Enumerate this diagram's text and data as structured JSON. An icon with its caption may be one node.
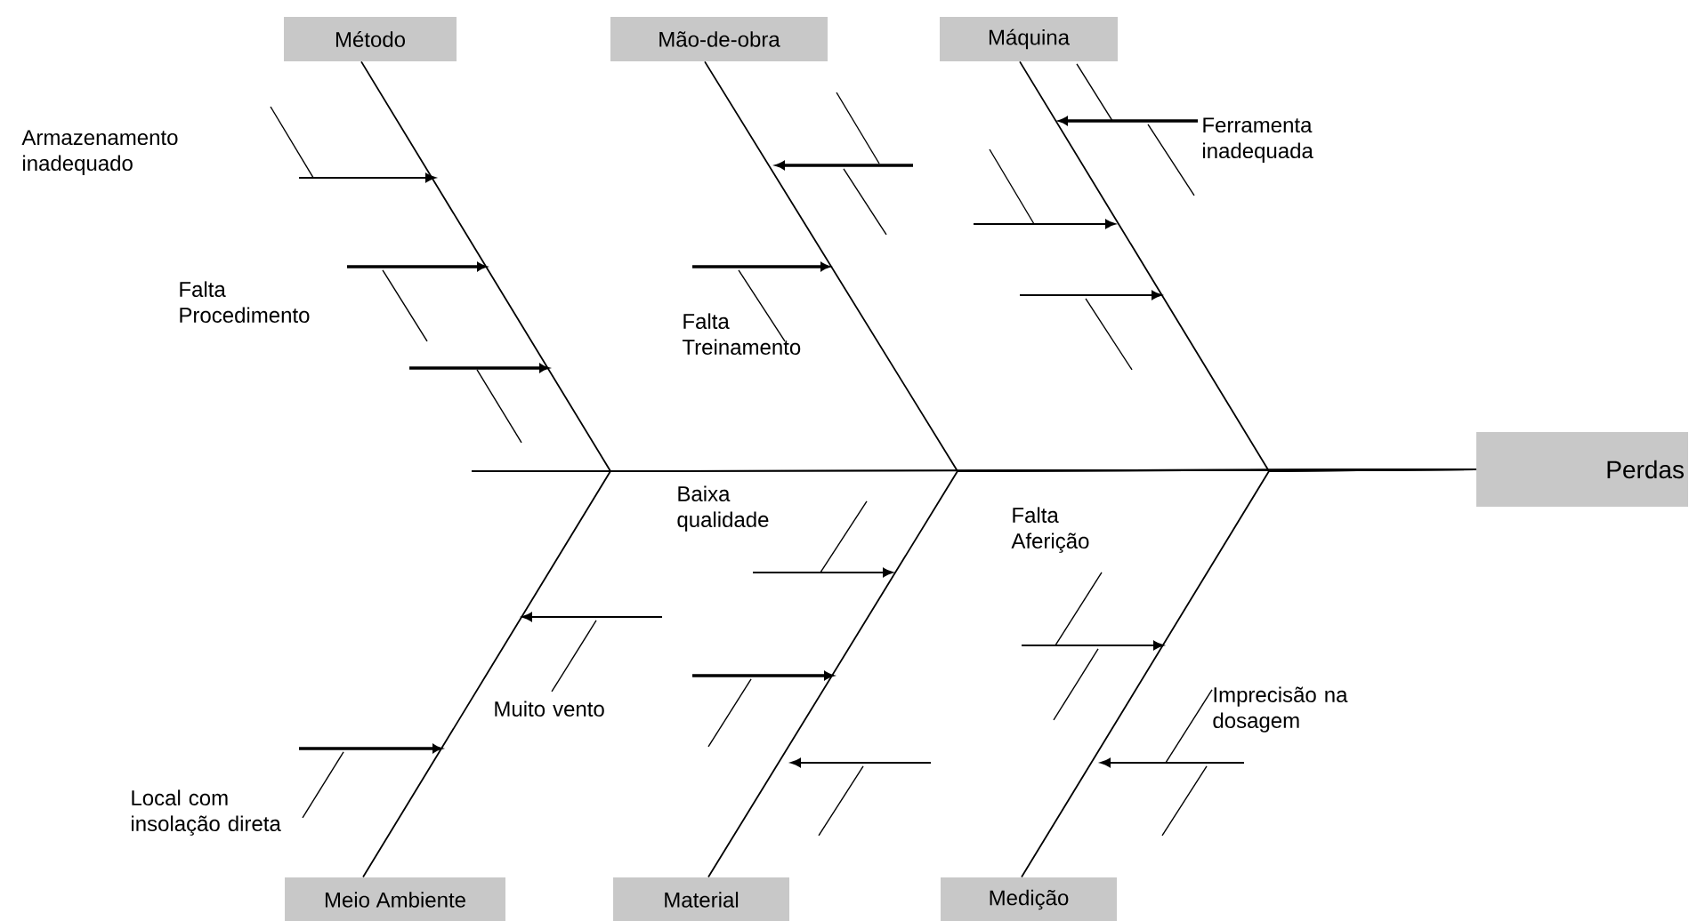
{
  "diagram": {
    "nodes": [
      {
        "text": [
          "Método"
        ]
      },
      {
        "text": [
          "Mão-de-obra"
        ]
      },
      {
        "text": [
          "Máquina"
        ]
      },
      {
        "text": [
          "Perdas"
        ]
      },
      {
        "text": [
          "Meio Ambiente"
        ]
      },
      {
        "text": [
          "Material"
        ]
      },
      {
        "text": [
          "Medição"
        ]
      }
    ],
    "edges": [
      {
        "from": 0,
        "to": 3,
        "arrow": "none"
      },
      {
        "from": 1,
        "to": 3,
        "arrow": "none"
      },
      {
        "from": 2,
        "to": 3,
        "arrow": "none"
      },
      {
        "from": 4,
        "to": 3,
        "arrow": "none"
      },
      {
        "from": 5,
        "to": 3,
        "arrow": "none"
      },
      {
        "from": 6,
        "to": 3,
        "arrow": "none"
      }
    ],
    "labels": [
      "Armazenamento inadequado",
      "Ferramenta inadequada",
      "Falta Procedimento",
      "Falta Treinamento",
      "Baixa qualidade",
      "Falta Aferição",
      "Muito vento",
      "Imprecisão na dosagem",
      "Local com insolação direta"
    ]
  }
}
